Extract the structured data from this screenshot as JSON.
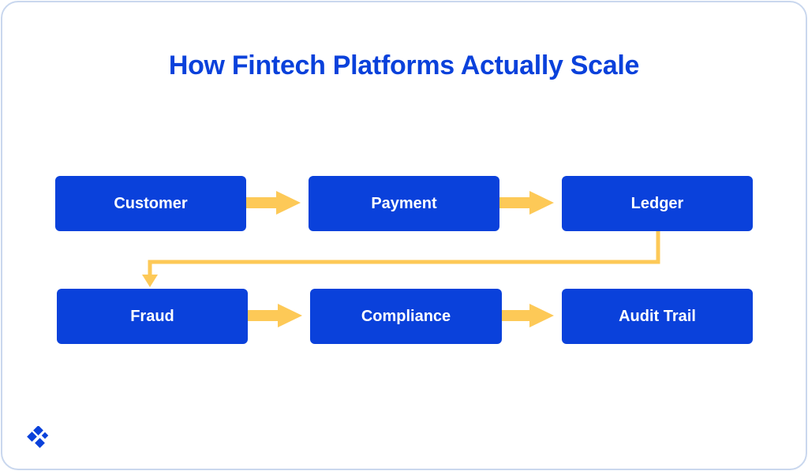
{
  "title": "How Fintech Platforms Actually Scale",
  "steps": [
    {
      "label": "Customer"
    },
    {
      "label": "Payment"
    },
    {
      "label": "Ledger"
    },
    {
      "label": "Fraud"
    },
    {
      "label": "Compliance"
    },
    {
      "label": "Audit Trail"
    }
  ],
  "colors": {
    "primary": "#0a41db",
    "arrow": "#fdc957",
    "border": "#c9d7ee"
  },
  "logo_icon": "brand-logo-icon"
}
